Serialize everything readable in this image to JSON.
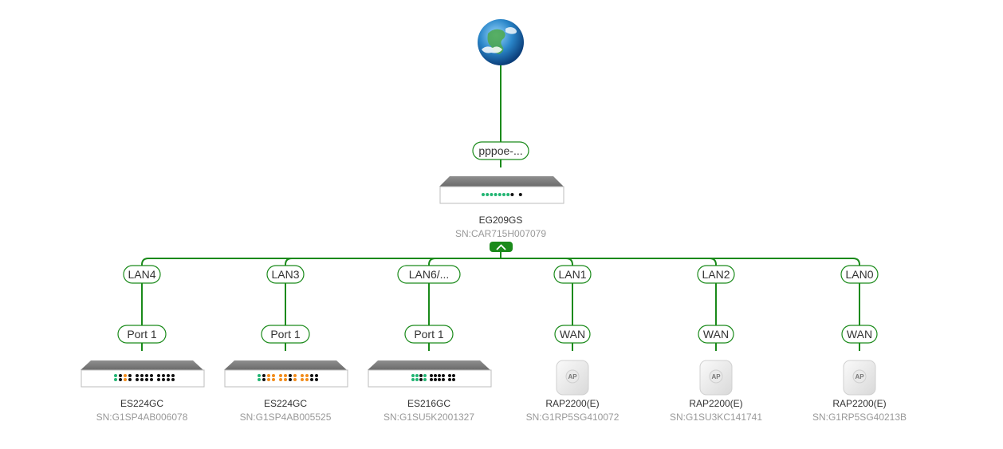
{
  "topology": {
    "internet": {
      "icon": "globe-icon"
    },
    "gateway": {
      "wan_label": "pppoe-...",
      "name": "EG209GS",
      "sn": "SN:CAR715H007079",
      "collapse_icon": "chevron-up-icon",
      "port_leds": [
        "#22b573",
        "#22b573",
        "#22b573",
        "#22b573",
        "#22b573",
        "#22b573",
        "#22b573",
        "#111111",
        "#ffffff",
        "#111111"
      ]
    },
    "children": [
      {
        "uplink": "LAN4",
        "port": "Port 1",
        "type": "switch24",
        "name": "ES224GC",
        "sn": "SN:G1SP4AB006078"
      },
      {
        "uplink": "LAN3",
        "port": "Port 1",
        "type": "switch24",
        "name": "ES224GC",
        "sn": "SN:G1SP4AB005525"
      },
      {
        "uplink": "LAN6/...",
        "port": "Port 1",
        "type": "switch16",
        "name": "ES216GC",
        "sn": "SN:G1SU5K2001327"
      },
      {
        "uplink": "LAN1",
        "port": "WAN",
        "type": "ap",
        "name": "RAP2200(E)",
        "sn": "SN:G1RP5SG410072"
      },
      {
        "uplink": "LAN2",
        "port": "WAN",
        "type": "ap",
        "name": "RAP2200(E)",
        "sn": "SN:G1SU3KC141741"
      },
      {
        "uplink": "LAN0",
        "port": "WAN",
        "type": "ap",
        "name": "RAP2200(E)",
        "sn": "SN:G1RP5SG40213B"
      }
    ],
    "ap_label": "AP",
    "colors": {
      "link": "#1a8a1a",
      "led_green": "#22b573",
      "led_orange": "#f28c1a",
      "led_black": "#111111"
    }
  }
}
